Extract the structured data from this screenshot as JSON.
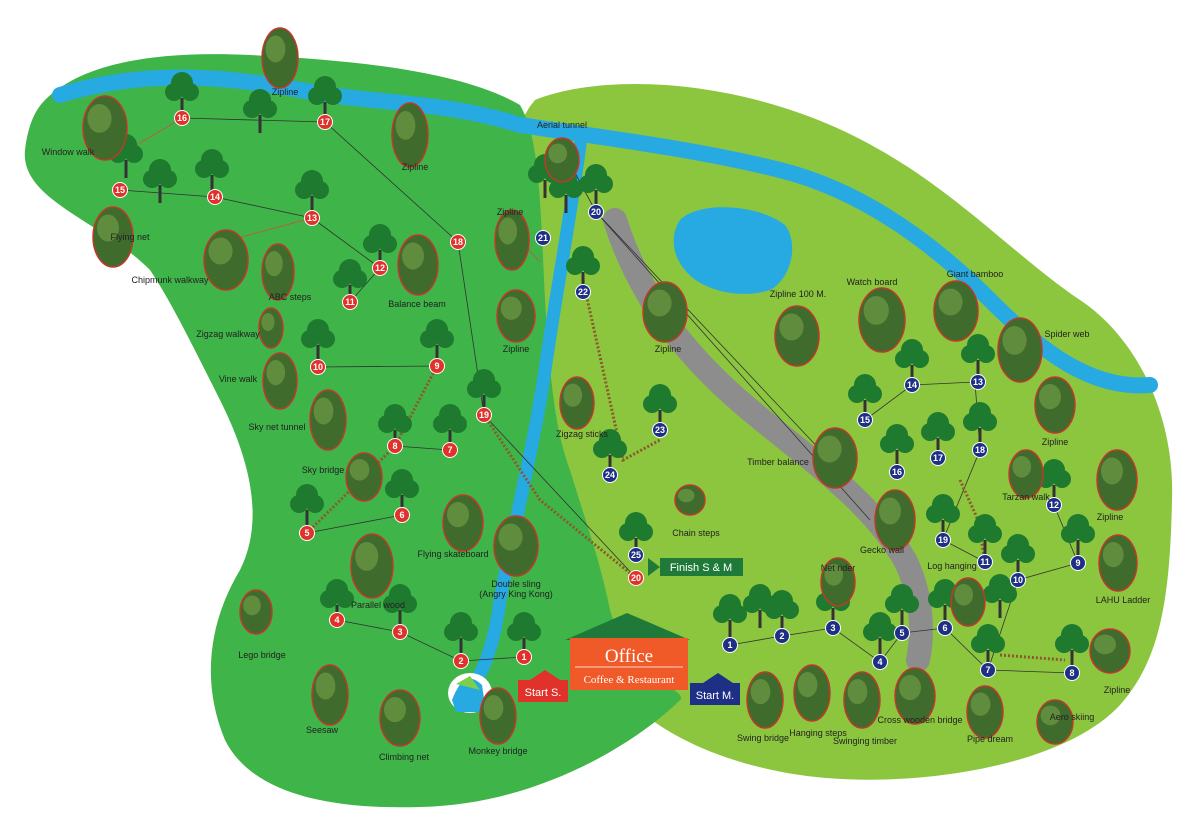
{
  "colors": {
    "forest_left": "#3fb449",
    "forest_right": "#8cc63f",
    "river": "#27aae1",
    "path": "#8d8d8d",
    "station_red": "#e0322a",
    "station_blue": "#1e2f86",
    "office_roof": "#1f7a3a",
    "office_body": "#f05a28",
    "finish_green": "#1f7a3a",
    "tree": "#1e7a2e"
  },
  "office": {
    "title": "Office",
    "subtitle": "Coffee & Restaurant"
  },
  "start_s": "Start S.",
  "start_m": "Start M.",
  "finish": "Finish S & M",
  "stations_red": [
    {
      "n": "1"
    },
    {
      "n": "2"
    },
    {
      "n": "3"
    },
    {
      "n": "4"
    },
    {
      "n": "5"
    },
    {
      "n": "6"
    },
    {
      "n": "7"
    },
    {
      "n": "8"
    },
    {
      "n": "9"
    },
    {
      "n": "10"
    },
    {
      "n": "11"
    },
    {
      "n": "12"
    },
    {
      "n": "13"
    },
    {
      "n": "14"
    },
    {
      "n": "15"
    },
    {
      "n": "16"
    },
    {
      "n": "17"
    },
    {
      "n": "18"
    },
    {
      "n": "19"
    },
    {
      "n": "20"
    }
  ],
  "stations_blue": [
    {
      "n": "1"
    },
    {
      "n": "2"
    },
    {
      "n": "3"
    },
    {
      "n": "4"
    },
    {
      "n": "5"
    },
    {
      "n": "6"
    },
    {
      "n": "7"
    },
    {
      "n": "8"
    },
    {
      "n": "9"
    },
    {
      "n": "10"
    },
    {
      "n": "11"
    },
    {
      "n": "12"
    },
    {
      "n": "13"
    },
    {
      "n": "14"
    },
    {
      "n": "15"
    },
    {
      "n": "16"
    },
    {
      "n": "17"
    },
    {
      "n": "18"
    },
    {
      "n": "19"
    },
    {
      "n": "20"
    },
    {
      "n": "21"
    },
    {
      "n": "22"
    },
    {
      "n": "23"
    },
    {
      "n": "24"
    },
    {
      "n": "25"
    }
  ],
  "labels": [
    "Window walk",
    "Zipline",
    "Zipline",
    "Aerial tunnel",
    "Flying net",
    "Chipmunk walkway",
    "ABC steps",
    "Balance beam",
    "Zipline",
    "Zigzag walkway",
    "Zipline",
    "Vine walk",
    "Sky net tunnel",
    "Zipline 100 M.",
    "Watch board",
    "Giant bamboo",
    "Spider web",
    "Zipline",
    "Zigzag sticks",
    "Zipline",
    "Timber balance",
    "Sky bridge",
    "Tarzan walk",
    "Gecko wall",
    "Chain steps",
    "Flying skateboard",
    "Double sling (Angry King Kong)",
    "Zipline",
    "Net rider",
    "Log hanging",
    "LAHU Ladder",
    "Parallel wood",
    "Lego bridge",
    "Zipline",
    "Seesaw",
    "Climbing net",
    "Monkey bridge",
    "Swing bridge",
    "Hanging steps",
    "Swinging timber",
    "Cross wooden bridge",
    "Pipe dream",
    "Aero skiing"
  ]
}
